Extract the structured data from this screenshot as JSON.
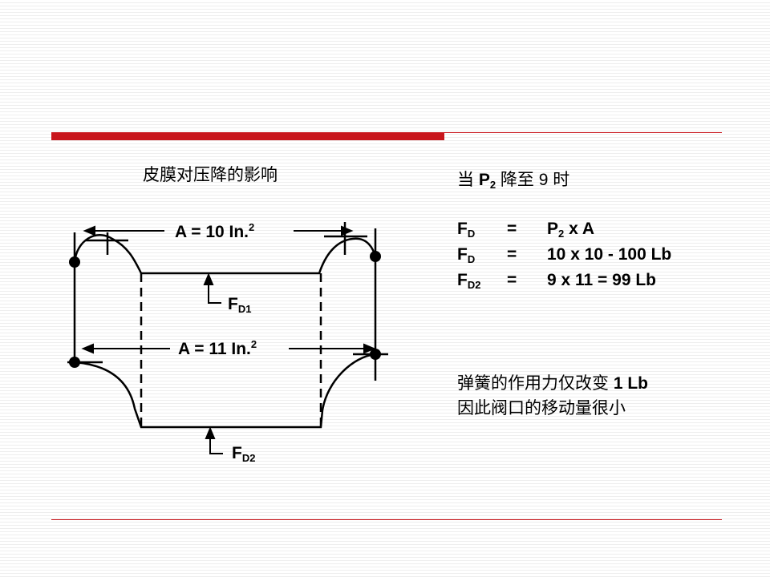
{
  "colors": {
    "accent_red": "#c8141b",
    "line": "#000000"
  },
  "title": "皮膜对压降的影响",
  "diagram": {
    "area1": {
      "text": "A = 10 In.",
      "sup": "2"
    },
    "area2": {
      "text": "A = 11 In.",
      "sup": "2"
    },
    "force1": {
      "main": "F",
      "sub": "D1"
    },
    "force2": {
      "main": "F",
      "sub": "D2"
    }
  },
  "equations": {
    "heading": {
      "pre": "当 ",
      "var": "P",
      "var_sub": "2",
      "post": " 降至 9 时"
    },
    "rows": [
      {
        "lhs_main": "F",
        "lhs_sub": "D",
        "op": "=",
        "rhs_pre": "P",
        "rhs_sub": "2",
        "rhs_post": " x A"
      },
      {
        "lhs_main": "F",
        "lhs_sub": "D",
        "op": "=",
        "rhs_pre": "10 x 10 - 100 Lb",
        "rhs_sub": "",
        "rhs_post": ""
      },
      {
        "lhs_main": "F",
        "lhs_sub": "D2",
        "op": "=",
        "rhs_pre": "9 x 11 = 99 Lb",
        "rhs_sub": "",
        "rhs_post": ""
      }
    ]
  },
  "notes": {
    "line1_pre": "弹簧的作用力仅改变 ",
    "line1_bold": "1 Lb",
    "line2": "因此阀口的移动量很小"
  }
}
